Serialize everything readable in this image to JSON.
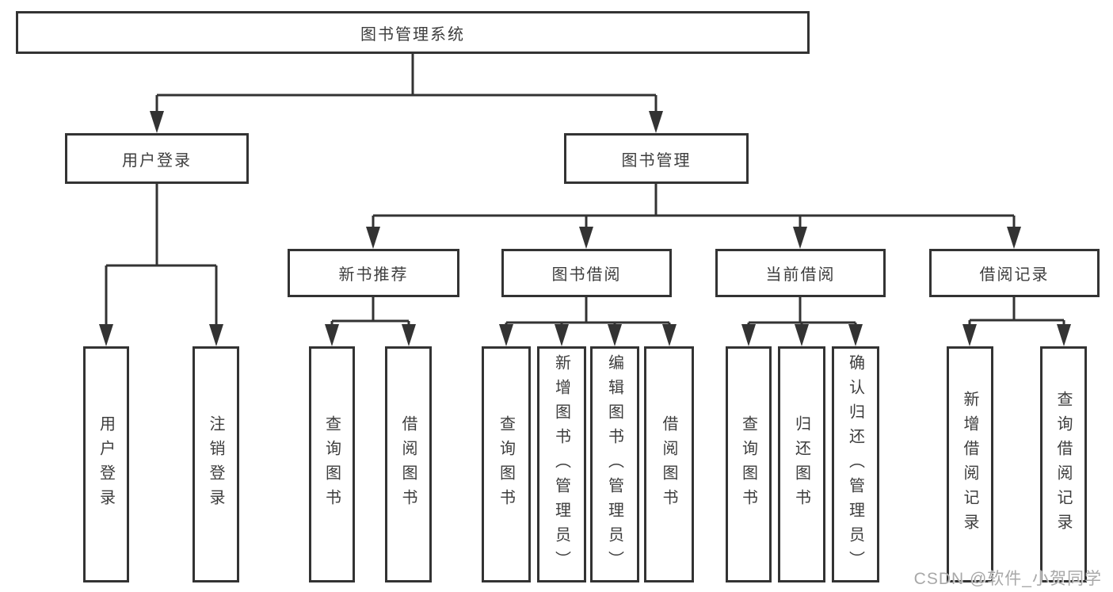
{
  "diagram": {
    "title": "图书管理系统",
    "colors": {
      "stroke": "#333333",
      "text": "#3d3d3d",
      "background": "#ffffff"
    },
    "nodes": [
      {
        "id": "root",
        "label": "图书管理系统",
        "level": 1,
        "parent": null
      },
      {
        "id": "user-login",
        "label": "用户登录",
        "level": 2,
        "parent": "root"
      },
      {
        "id": "book-mgmt",
        "label": "图书管理",
        "level": 2,
        "parent": "root"
      },
      {
        "id": "new-book-rec",
        "label": "新书推荐",
        "level": 3,
        "parent": "book-mgmt"
      },
      {
        "id": "book-borrow",
        "label": "图书借阅",
        "level": 3,
        "parent": "book-mgmt"
      },
      {
        "id": "current-borrow",
        "label": "当前借阅",
        "level": 3,
        "parent": "book-mgmt"
      },
      {
        "id": "borrow-records",
        "label": "借阅记录",
        "level": 3,
        "parent": "book-mgmt"
      },
      {
        "id": "leaf-user-login",
        "label": "用户登录",
        "level": 4,
        "parent": "user-login",
        "vertical": true
      },
      {
        "id": "leaf-logout",
        "label": "注销登录",
        "level": 4,
        "parent": "user-login",
        "vertical": true
      },
      {
        "id": "leaf-rec-query",
        "label": "查询图书",
        "level": 4,
        "parent": "new-book-rec",
        "vertical": true
      },
      {
        "id": "leaf-rec-borrow",
        "label": "借阅图书",
        "level": 4,
        "parent": "new-book-rec",
        "vertical": true
      },
      {
        "id": "leaf-bb-query",
        "label": "查询图书",
        "level": 4,
        "parent": "book-borrow",
        "vertical": true
      },
      {
        "id": "leaf-bb-add",
        "label": "新增图书（管理员）",
        "level": 4,
        "parent": "book-borrow",
        "vertical": true
      },
      {
        "id": "leaf-bb-edit",
        "label": "编辑图书（管理员）",
        "level": 4,
        "parent": "book-borrow",
        "vertical": true
      },
      {
        "id": "leaf-bb-borrow",
        "label": "借阅图书",
        "level": 4,
        "parent": "book-borrow",
        "vertical": true
      },
      {
        "id": "leaf-cb-query",
        "label": "查询图书",
        "level": 4,
        "parent": "current-borrow",
        "vertical": true
      },
      {
        "id": "leaf-cb-return",
        "label": "归还图书",
        "level": 4,
        "parent": "current-borrow",
        "vertical": true
      },
      {
        "id": "leaf-cb-confirm",
        "label": "确认归还（管理员）",
        "level": 4,
        "parent": "current-borrow",
        "vertical": true
      },
      {
        "id": "leaf-br-add",
        "label": "新增借阅记录",
        "level": 4,
        "parent": "borrow-records",
        "vertical": true
      },
      {
        "id": "leaf-br-query",
        "label": "查询借阅记录",
        "level": 4,
        "parent": "borrow-records",
        "vertical": true
      }
    ]
  },
  "watermark": {
    "text": "CSDN @软件_小贺同学",
    "color": "#a8a8a8"
  }
}
